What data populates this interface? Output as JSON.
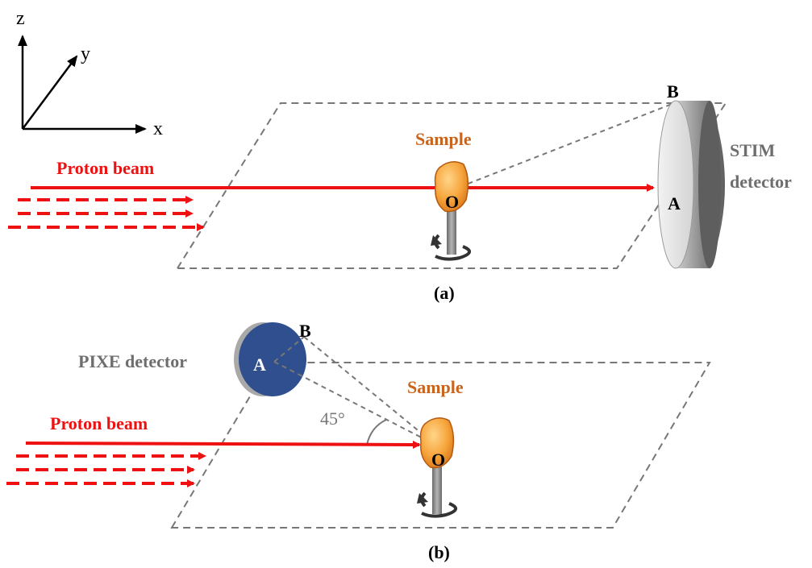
{
  "axes": {
    "z": "z",
    "y": "y",
    "x": "x"
  },
  "panel_a": {
    "caption": "(a)",
    "beam_label": "Proton beam",
    "sample_label": "Sample",
    "point_o": "O",
    "point_a": "A",
    "point_b": "B",
    "detector_line1": "STIM",
    "detector_line2": "detector"
  },
  "panel_b": {
    "caption": "(b)",
    "beam_label": "Proton beam",
    "sample_label": "Sample",
    "detector_label": "PIXE detector",
    "point_o": "O",
    "point_a": "A",
    "point_b": "B",
    "angle_label": "45°"
  },
  "colors": {
    "beam": "#ee1111",
    "sample_text": "#c8641e",
    "plane_dash": "#777777",
    "detector_text": "#6e6e6e",
    "pixe_blue": "#2f4f8f",
    "stim_gray": "#9a9a9a"
  }
}
